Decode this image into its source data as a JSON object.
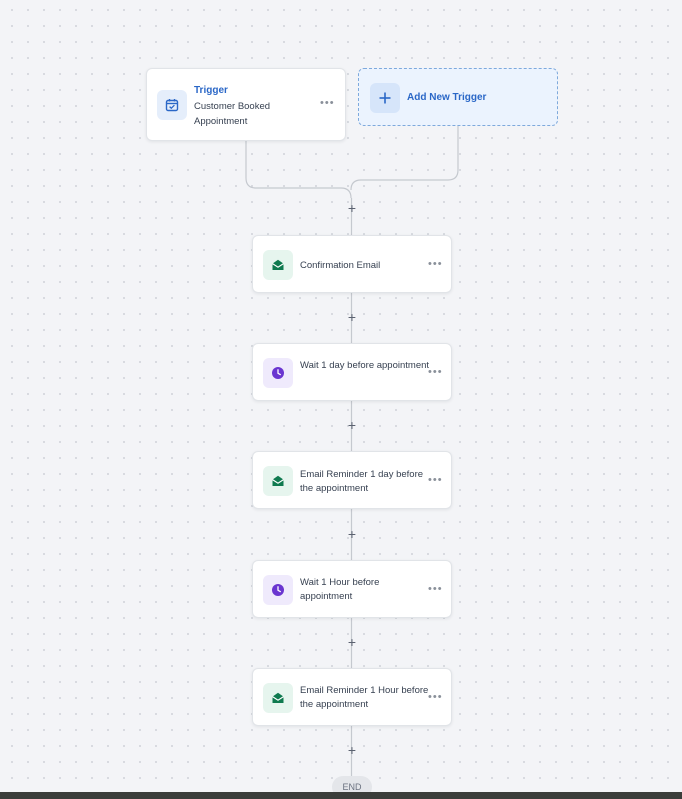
{
  "trigger": {
    "title": "Trigger",
    "subtitle": "Customer Booked Appointment",
    "icon": "calendar-check-icon",
    "menu": "•••"
  },
  "add_trigger": {
    "label": "Add New Trigger",
    "icon": "plus-icon"
  },
  "steps": [
    {
      "label": "Confirmation Email",
      "icon": "email-icon",
      "kind": "email",
      "menu": "•••"
    },
    {
      "label": "Wait 1 day before appointment",
      "icon": "clock-icon",
      "kind": "wait",
      "menu": "•••"
    },
    {
      "label": "Email Reminder 1 day before the appointment",
      "icon": "email-icon",
      "kind": "email",
      "menu": "•••"
    },
    {
      "label": "Wait 1 Hour before appointment",
      "icon": "clock-icon",
      "kind": "wait",
      "menu": "•••"
    },
    {
      "label": "Email Reminder 1 Hour before the appointment",
      "icon": "email-icon",
      "kind": "email",
      "menu": "•••"
    }
  ],
  "add_step_symbol": "+",
  "end_label": "END",
  "colors": {
    "accent": "#2a67c7",
    "email": "#0f7a4f",
    "wait": "#6a35d0",
    "connector": "#c5c9cf"
  }
}
